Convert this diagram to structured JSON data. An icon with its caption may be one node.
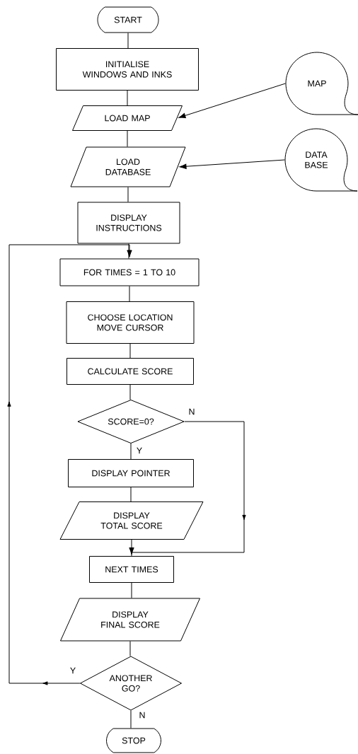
{
  "diagram": {
    "nodes": [
      {
        "text": [
          "START"
        ]
      },
      {
        "text": [
          "INITIALISE WINDOWS AND INKS"
        ]
      },
      {
        "text": [
          "LOAD MAP"
        ]
      },
      {
        "text": [
          "LOAD DATABASE"
        ]
      },
      {
        "text": [
          "DISPLAY INSTRUCTIONS"
        ]
      },
      {
        "text": [
          "FOR TIMES = 1 TO 10"
        ]
      },
      {
        "text": [
          "CHOOSE LOCATION MOVE CURSOR"
        ]
      },
      {
        "text": [
          "CALCULATE SCORE"
        ]
      },
      {
        "text": [
          "SCORE=0?"
        ]
      },
      {
        "text": [
          "DISPLAY POINTER"
        ]
      },
      {
        "text": [
          "DISPLAY TOTAL SCORE"
        ]
      },
      {
        "text": [
          "NEXT TIMES"
        ]
      },
      {
        "text": [
          "DISPLAY FINAL SCORE"
        ]
      },
      {
        "text": [
          "ANOTHER GO?"
        ]
      },
      {
        "text": [
          "STOP"
        ]
      },
      {
        "text": [
          "MAP"
        ]
      },
      {
        "text": [
          "DATA BASE"
        ]
      }
    ],
    "edges": [
      {
        "from": 0,
        "to": 1,
        "arrow": "none"
      },
      {
        "from": 1,
        "to": 2,
        "arrow": "none"
      },
      {
        "from": 15,
        "to": 2,
        "arrow": "to"
      },
      {
        "from": 2,
        "to": 3,
        "arrow": "none"
      },
      {
        "from": 16,
        "to": 3,
        "arrow": "to"
      },
      {
        "from": 3,
        "to": 4,
        "arrow": "none"
      },
      {
        "from": 4,
        "to": 5,
        "arrow": "none"
      },
      {
        "from": 5,
        "to": 6,
        "arrow": "none"
      },
      {
        "from": 6,
        "to": 7,
        "arrow": "none"
      },
      {
        "from": 7,
        "to": 8,
        "arrow": "none"
      },
      {
        "from": 8,
        "to": 9,
        "arrow": "none",
        "label": "Y"
      },
      {
        "from": 9,
        "to": 10,
        "arrow": "none"
      },
      {
        "from": 8,
        "to": 11,
        "arrow": "to",
        "label": "N"
      },
      {
        "from": 10,
        "to": 11,
        "arrow": "none"
      },
      {
        "from": 11,
        "to": 12,
        "arrow": "none"
      },
      {
        "from": 12,
        "to": 13,
        "arrow": "none"
      },
      {
        "from": 13,
        "to": 5,
        "arrow": "to",
        "label": "Y"
      },
      {
        "from": 13,
        "to": 14,
        "arrow": "none",
        "label": "N"
      }
    ]
  }
}
